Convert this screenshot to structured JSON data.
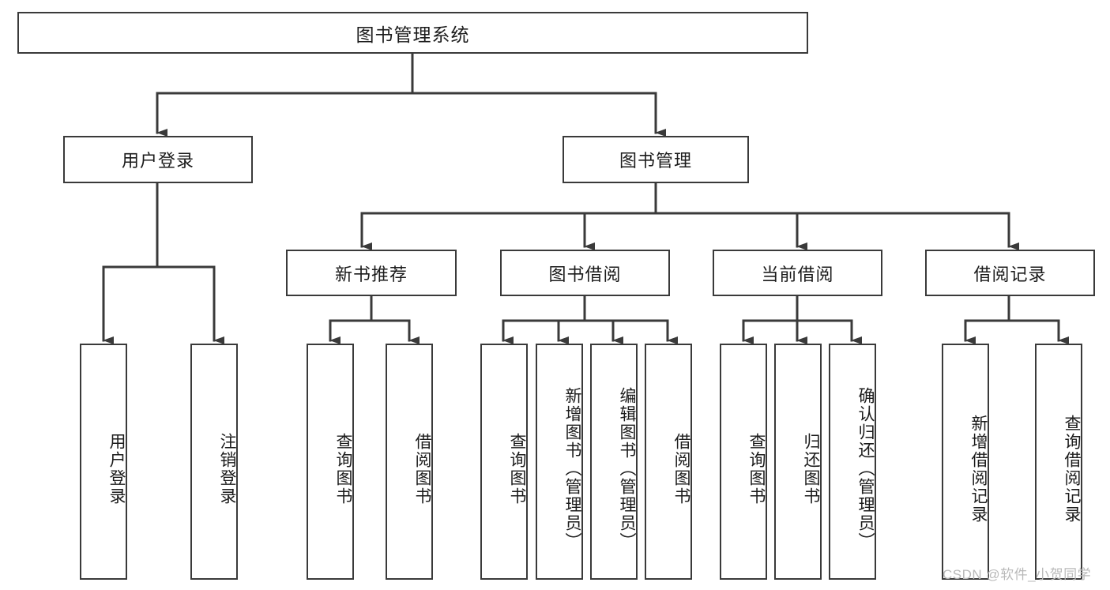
{
  "diagram": {
    "title_box": {
      "label": "图书管理系统"
    },
    "level2": [
      {
        "id": "user-login",
        "label": "用户登录"
      },
      {
        "id": "book-manage",
        "label": "图书管理"
      }
    ],
    "level3": [
      {
        "id": "new-book-recommend",
        "label": "新书推荐"
      },
      {
        "id": "book-borrow",
        "label": "图书借阅"
      },
      {
        "id": "current-borrow",
        "label": "当前借阅"
      },
      {
        "id": "borrow-record",
        "label": "借阅记录"
      }
    ],
    "leaves": {
      "user_login": [
        {
          "id": "user-login-leaf",
          "label": "用户登录"
        },
        {
          "id": "logout-leaf",
          "label": "注销登录"
        }
      ],
      "new_book_recommend": [
        {
          "id": "query-book-1",
          "label": "查询图书"
        },
        {
          "id": "borrow-book-1",
          "label": "借阅图书"
        }
      ],
      "book_borrow": [
        {
          "id": "query-book-2",
          "label": "查询图书"
        },
        {
          "id": "add-book",
          "label": "新增图书（管理员）"
        },
        {
          "id": "edit-book",
          "label": "编辑图书（管理员）"
        },
        {
          "id": "borrow-book-2",
          "label": "借阅图书"
        }
      ],
      "current_borrow": [
        {
          "id": "query-book-3",
          "label": "查询图书"
        },
        {
          "id": "return-book",
          "label": "归还图书"
        },
        {
          "id": "confirm-return",
          "label": "确认归还（管理员）"
        }
      ],
      "borrow_record": [
        {
          "id": "add-borrow-record",
          "label": "新增借阅记录"
        },
        {
          "id": "query-borrow-record",
          "label": "查询借阅记录"
        }
      ]
    }
  },
  "watermark": {
    "text": "CSDN @软件_小贺同学"
  },
  "colors": {
    "stroke": "#3a3a3a",
    "box_fill": "#ffffff",
    "text": "#1b1b1b",
    "watermark": "#b9b9b9",
    "background": "#ffffff"
  }
}
